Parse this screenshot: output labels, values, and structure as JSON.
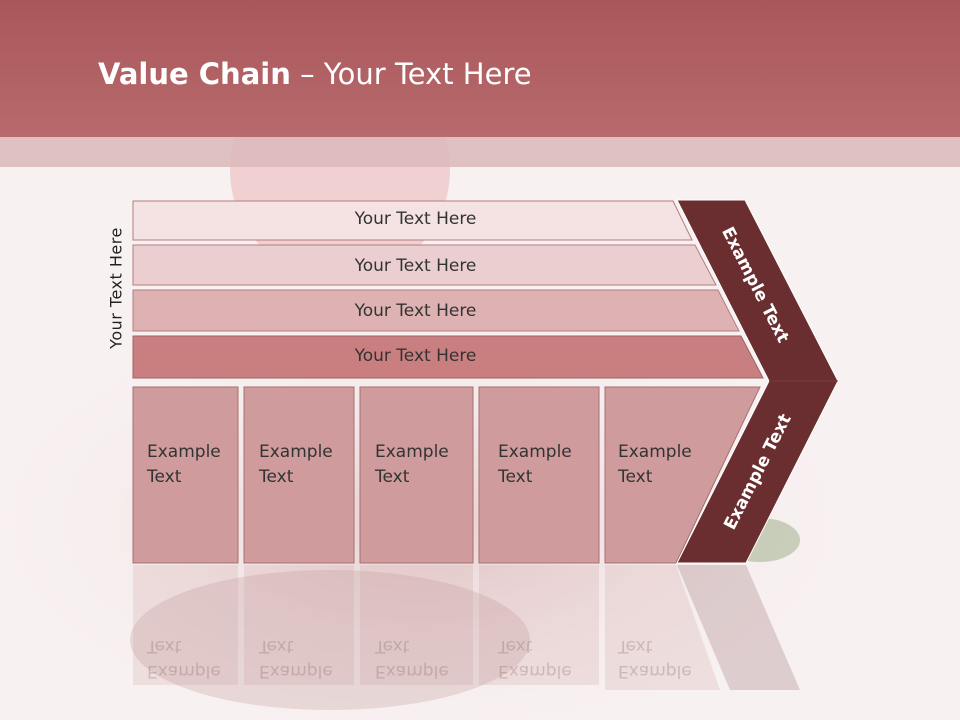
{
  "slide": {
    "title_bold": "Value Chain",
    "title_rest": " – Your Text Here",
    "side_label": "Your Text Here",
    "rows": [
      "Your Text Here",
      "Your Text Here",
      "Your Text Here",
      "Your Text Here"
    ],
    "boxes": [
      {
        "line1": "Example",
        "line2": "Text"
      },
      {
        "line1": "Example",
        "line2": "Text"
      },
      {
        "line1": "Example",
        "line2": "Text"
      },
      {
        "line1": "Example",
        "line2": "Text"
      },
      {
        "line1": "Example",
        "line2": "Text"
      }
    ],
    "arrow_top": "Example Text",
    "arrow_bottom": "Example Text"
  },
  "colors": {
    "header": "#b0605f",
    "arrow": "#6b2e30",
    "row1": "#f5e3e3",
    "row2": "#ebcfd0",
    "row3": "#deb2b3",
    "row4": "#c97e80",
    "box": "#cf9b9c"
  }
}
